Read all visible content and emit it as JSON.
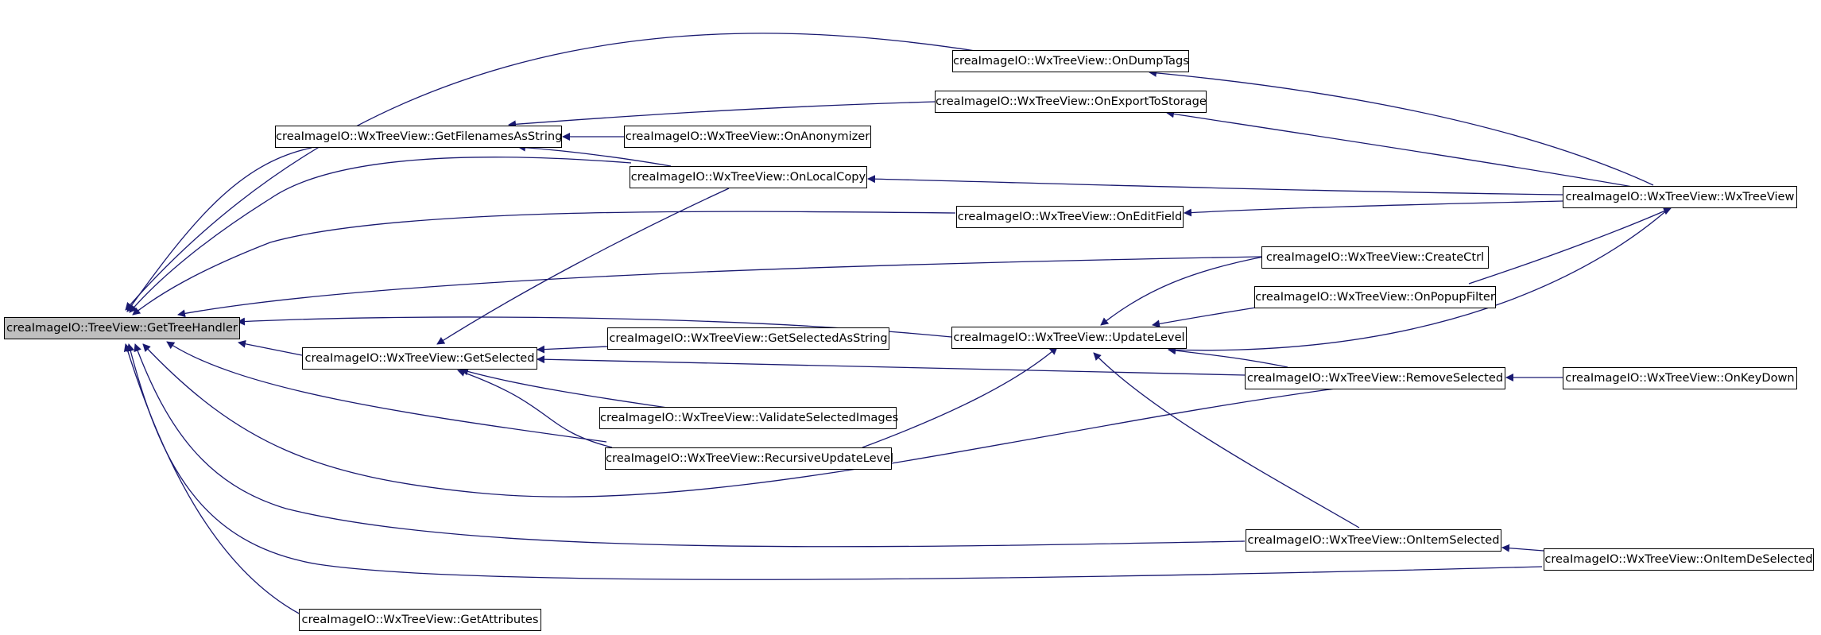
{
  "colors": {
    "edge": "#191970",
    "root_fill": "#bfbfbf",
    "node_fill": "#ffffff",
    "border": "#000000"
  },
  "nodes": {
    "gettreehandler": "creaImageIO::TreeView::GetTreeHandler",
    "getfilenamesasstring": "creaImageIO::WxTreeView::GetFilenamesAsString",
    "getselected": "creaImageIO::WxTreeView::GetSelected",
    "getattributes": "creaImageIO::WxTreeView::GetAttributes",
    "ondumptags": "creaImageIO::WxTreeView::OnDumpTags",
    "onexporttostorage": "creaImageIO::WxTreeView::OnExportToStorage",
    "onanonymizer": "creaImageIO::WxTreeView::OnAnonymizer",
    "onlocalcopy": "creaImageIO::WxTreeView::OnLocalCopy",
    "oneditfield": "creaImageIO::WxTreeView::OnEditField",
    "getselectedasstring": "creaImageIO::WxTreeView::GetSelectedAsString",
    "validateselectedimages": "creaImageIO::WxTreeView::ValidateSelectedImages",
    "recursiveupdatelevel": "creaImageIO::WxTreeView::RecursiveUpdateLevel",
    "updatelevel": "creaImageIO::WxTreeView::UpdateLevel",
    "createctrl": "creaImageIO::WxTreeView::CreateCtrl",
    "onpopupfilter": "creaImageIO::WxTreeView::OnPopupFilter",
    "removeselected": "creaImageIO::WxTreeView::RemoveSelected",
    "onitemselected": "creaImageIO::WxTreeView::OnItemSelected",
    "wxtreeview": "creaImageIO::WxTreeView::WxTreeView",
    "onkeydown": "creaImageIO::WxTreeView::OnKeyDown",
    "onitemdeselected": "creaImageIO::WxTreeView::OnItemDeSelected"
  }
}
